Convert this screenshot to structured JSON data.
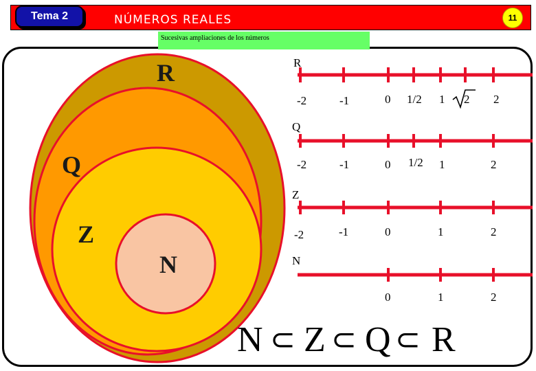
{
  "header": {
    "tema_label": "Tema 2",
    "title": "NÚMEROS REALES",
    "page_number": "11"
  },
  "subtitle": "Sucesivas ampliaciones de los números",
  "sets": {
    "R": "R",
    "Q": "Q",
    "Z": "Z",
    "N": "N"
  },
  "number_lines": [
    {
      "name": "R",
      "labels": [
        "-2",
        "-1",
        "0",
        "1/2",
        "1",
        "2",
        "2"
      ]
    },
    {
      "name": "Q",
      "labels": [
        "-2",
        "-1",
        "0",
        "1/2",
        "1",
        "2"
      ]
    },
    {
      "name": "Z",
      "labels": [
        "-2",
        "-1",
        "0",
        "1",
        "2"
      ]
    },
    {
      "name": "N",
      "labels": [
        "0",
        "1",
        "2"
      ]
    }
  ],
  "inclusion": {
    "set_1": "N",
    "set_2": "Z",
    "set_3": "Q",
    "set_4": "R",
    "symbol": "⊂"
  },
  "colors": {
    "header_red": "#ff0000",
    "badge_blue": "#1212a8",
    "subtitle_green": "#66ff66",
    "R_fill": "#cc9900",
    "Q_fill": "#ff9900",
    "Z_fill": "#ffcc00",
    "N_fill": "#f9c5a3",
    "line_red": "#e8102a"
  }
}
